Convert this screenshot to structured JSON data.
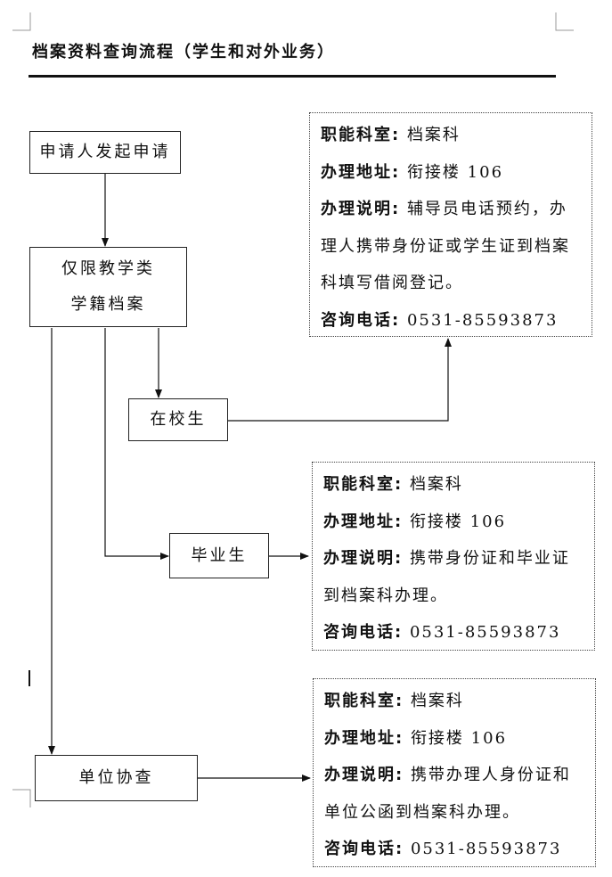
{
  "header": {
    "title": "档案资料查询流程（学生和对外业务）"
  },
  "flow": {
    "start": "申请人发起申请",
    "restrict_line1": "仅限教学类",
    "restrict_line2": "学籍档案",
    "current_student": "在校生",
    "graduate": "毕业生",
    "employer": "单位协查"
  },
  "info_current": {
    "dept_label": "职能科室:",
    "dept_value": "档案科",
    "addr_label": "办理地址:",
    "addr_value": "衔接楼 106",
    "note_label": "办理说明:",
    "note_value": "辅导员电话预约，办理人携带身份证或学生证到档案科填写借阅登记。",
    "phone_label": "咨询电话:",
    "phone_value": "0531-85593873"
  },
  "info_graduate": {
    "dept_label": "职能科室:",
    "dept_value": "档案科",
    "addr_label": "办理地址:",
    "addr_value": "衔接楼 106",
    "note_label": "办理说明:",
    "note_value": "携带身份证和毕业证到档案科办理。",
    "phone_label": "咨询电话:",
    "phone_value": "0531-85593873"
  },
  "info_employer": {
    "dept_label": "职能科室:",
    "dept_value": "档案科",
    "addr_label": "办理地址:",
    "addr_value": "衔接楼 106",
    "note_label": "办理说明:",
    "note_value": "携带办理人身份证和单位公函到档案科办理。",
    "phone_label": "咨询电话:",
    "phone_value": "0531-85593873"
  }
}
